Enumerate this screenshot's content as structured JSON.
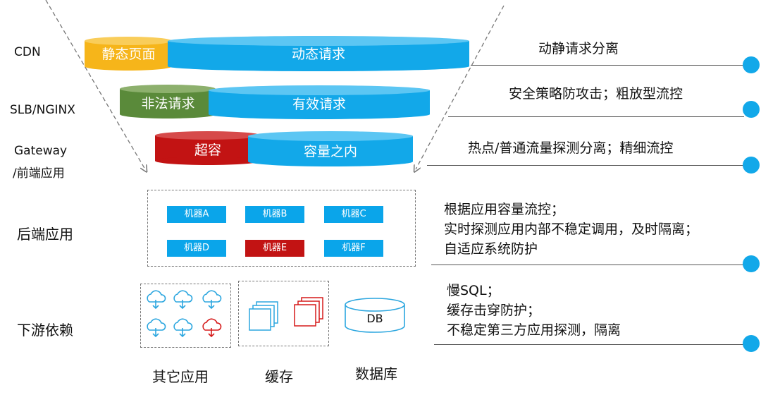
{
  "layers": {
    "cdn": "CDN",
    "slb": "SLB/NGINX",
    "gateway_line1": "Gateway",
    "gateway_line2": "/前端应用",
    "backend": "后端应用",
    "downstream": "下游依赖"
  },
  "cylinders": {
    "cdn_static": "静态页面",
    "cdn_dynamic": "动态请求",
    "slb_illegal": "非法请求",
    "slb_valid": "有效请求",
    "gw_over": "超容",
    "gw_within": "容量之内"
  },
  "descriptions": {
    "cdn": "动静请求分离",
    "slb": "安全策略防攻击；粗放型流控",
    "gateway": "热点/普通流量探测分离；精细流控",
    "backend_l1": "根据应用容量流控；",
    "backend_l2": "实时探测应用内部不稳定调用，及时隔离；",
    "backend_l3": "自适应系统防护",
    "downstream_l1": "慢SQL；",
    "downstream_l2": "缓存击穿防护；",
    "downstream_l3": "不稳定第三方应用探测，隔离"
  },
  "machines": [
    "机器A",
    "机器B",
    "机器C",
    "机器D",
    "机器E",
    "机器F"
  ],
  "db_label": "DB",
  "bottom": {
    "other_apps": "其它应用",
    "cache": "缓存",
    "database": "数据库"
  },
  "colors": {
    "blue": "#12a8e9",
    "orange": "#f6b51a",
    "green": "#5a8a3a",
    "red": "#c21313"
  }
}
